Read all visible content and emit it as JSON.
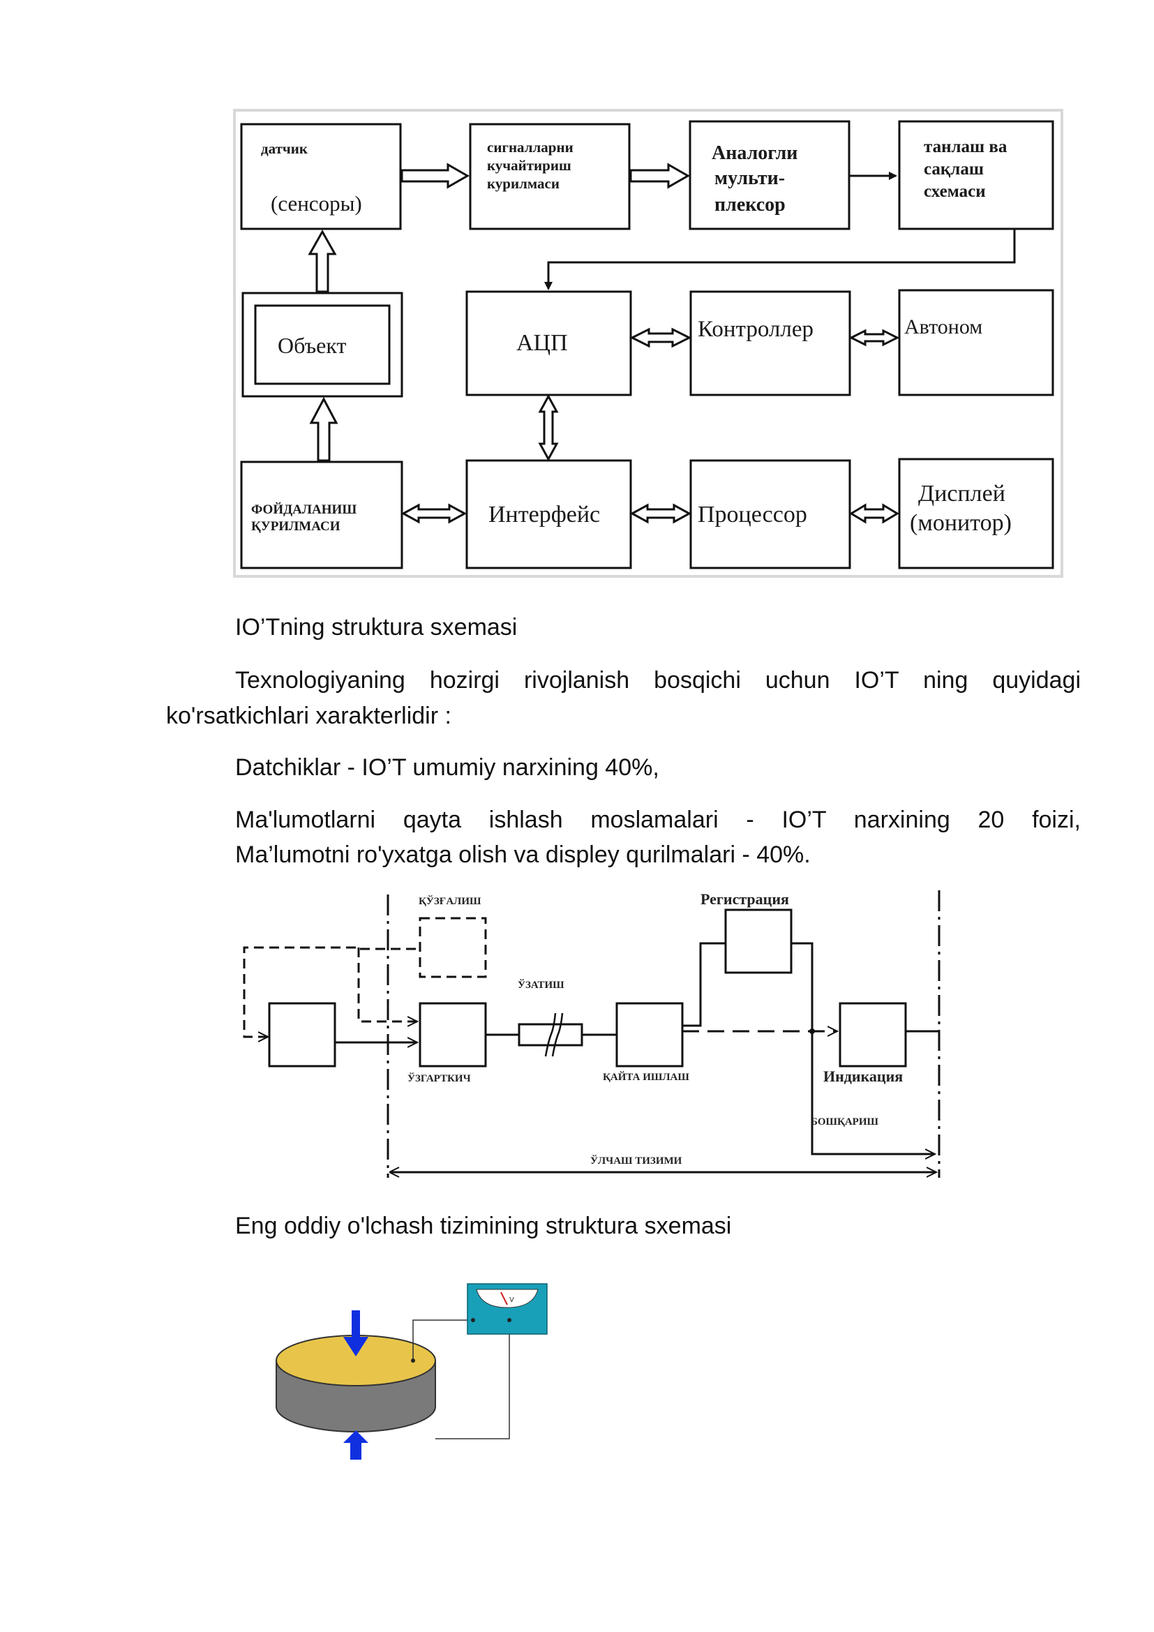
{
  "figure1": {
    "blocks": {
      "sensor_top": "датчик",
      "sensor_bottom": "(сенсоры)",
      "amplifier": [
        "сигналларни",
        "кучайтириш",
        "курилмаси"
      ],
      "mux": [
        "Аналогли",
        "мульти-",
        "плексор"
      ],
      "sample_hold": [
        "танлаш ва",
        "сақлаш",
        "схемаси"
      ],
      "object": "Объект",
      "adc": "АЦП",
      "controller": "Контроллер",
      "autonomous": "Автоном",
      "user_device": [
        "ФОЙДАЛАНИШ",
        "ҚУРИЛМАСИ"
      ],
      "interface": "Интерфейс",
      "processor": "Процессор",
      "display": [
        "Дисплей",
        "(монитор)"
      ]
    }
  },
  "caption1": "IO’Tning struktura sxemasi",
  "para1_line1": "Texnologiyaning hozirgi rivojlanish bosqichi uchun IO’T ning quyidagi",
  "para1_line2": "ko'rsatkichlari xarakterlidir :",
  "para2": "Datchiklar - IO’T umumiy narxining 40%,",
  "para3_line1": "Ma'lumotlarni qayta ishlash moslamalari - IO’T narxining 20 foizi,",
  "para3_line2": "Ma’lumotni ro'yxatga olish va displey qurilmalari - 40%.",
  "figure2": {
    "labels": {
      "disturbance": "ҚЎЗҒАЛИШ",
      "registration": "Регистрация",
      "transmission": "ЎЗАТИШ",
      "converter": "ЎЗГАРТКИЧ",
      "processing": "ҚАЙТА ИШЛАШ",
      "indication": "Индикация",
      "control": "БОШҚАРИШ",
      "measuring_system": "ЎЛЧАШ ТИЗИМИ"
    }
  },
  "caption2": "Eng oddiy o'lchash tizimining struktura sxemasi",
  "figure3": {
    "meter_unit": "V",
    "colors": {
      "disk_top": "#e8c54a",
      "disk_side": "#7a7a7a",
      "arrow": "#1030e0",
      "meter": "#18a0b8"
    }
  }
}
